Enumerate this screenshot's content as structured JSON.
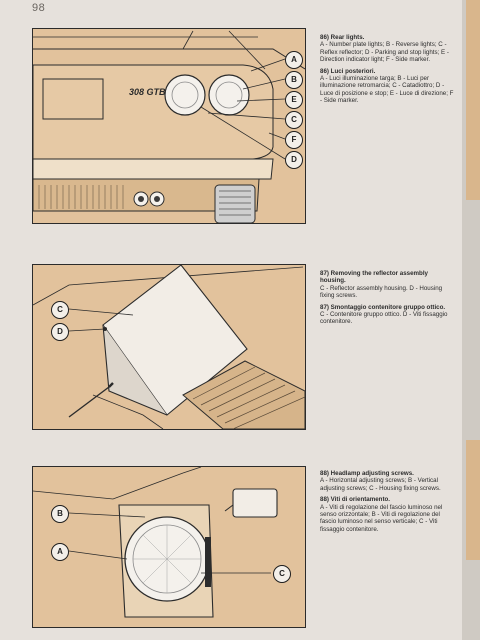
{
  "page_number": "98",
  "figures": {
    "rear_lights": {
      "badge": "308 GTB",
      "callouts": [
        "A",
        "B",
        "E",
        "C",
        "F",
        "D"
      ]
    },
    "reflector": {
      "callouts": [
        "C",
        "D"
      ]
    },
    "headlamp": {
      "callouts": [
        "B",
        "A",
        "C"
      ]
    }
  },
  "captions": [
    {
      "en_title": "86) Rear lights.",
      "en_body": "A - Number plate lights; B - Reverse lights; C - Reflex reflector; D - Parking and stop lights; E - Direction indicator light; F - Side marker.",
      "it_title": "86) Luci posteriori.",
      "it_body": "A - Luci illuminazione targa; B - Luci per illuminazione retromarcia; C - Catadiottro; D - Luce di posizione e stop; E - Luce di direzione; F - Side marker."
    },
    {
      "en_title": "87) Removing the reflector assembly housing.",
      "en_body": "C - Reflector assembly housing. D - Housing fixing screws.",
      "it_title": "87) Smontaggio contenitore gruppo ottico.",
      "it_body": "C - Contenitore gruppo ottico. D - Viti fissaggio contenitore."
    },
    {
      "en_title": "88) Headlamp adjusting screws.",
      "en_body": "A - Horizontal adjusting screws; B - Vertical adjusting screws; C - Housing fixing screws.",
      "it_title": "88) Viti di orientamento.",
      "it_body": "A - Viti di regolazione del fascio luminoso nel senso orizzontale; B - Viti di regolazione del fascio luminoso nel senso verticale; C - Viti fissaggio contenitore."
    }
  ],
  "colors": {
    "illustration_fill": "#e2c29c",
    "paper": "#e6e1dc",
    "ink": "#2b2b2b"
  }
}
